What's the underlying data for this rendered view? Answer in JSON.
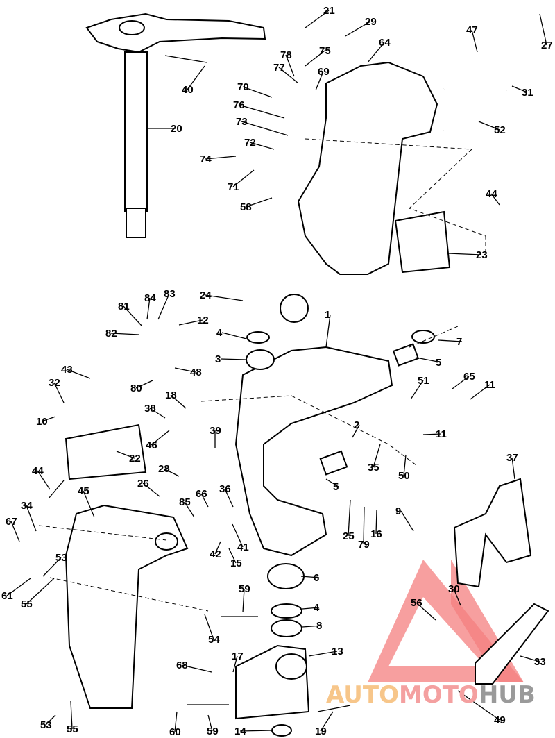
{
  "diagram": {
    "callouts": [
      "21",
      "29",
      "47",
      "27",
      "64",
      "75",
      "78",
      "77",
      "69",
      "40",
      "70",
      "31",
      "76",
      "20",
      "52",
      "73",
      "72",
      "74",
      "71",
      "58",
      "44",
      "23",
      "24",
      "84",
      "83",
      "81",
      "12",
      "1",
      "4",
      "82",
      "7",
      "48",
      "3",
      "5",
      "43",
      "65",
      "51",
      "11",
      "32",
      "80",
      "18",
      "38",
      "10",
      "2",
      "39",
      "11",
      "46",
      "22",
      "35",
      "50",
      "37",
      "28",
      "44",
      "5",
      "26",
      "36",
      "66",
      "85",
      "45",
      "34",
      "9",
      "67",
      "25",
      "79",
      "16",
      "42",
      "41",
      "15",
      "53",
      "6",
      "30",
      "61",
      "55",
      "56",
      "59",
      "4",
      "8",
      "54",
      "13",
      "17",
      "68",
      "33",
      "49",
      "53",
      "55",
      "60",
      "59",
      "14",
      "19"
    ]
  },
  "watermark": {
    "part1": "AUTO",
    "part2": "MOTO",
    "part3": "HUB",
    "colors": [
      "#f7c68a",
      "#f4a0a0",
      "#9a9a9a"
    ],
    "triangle_color": "#f47f7f"
  }
}
